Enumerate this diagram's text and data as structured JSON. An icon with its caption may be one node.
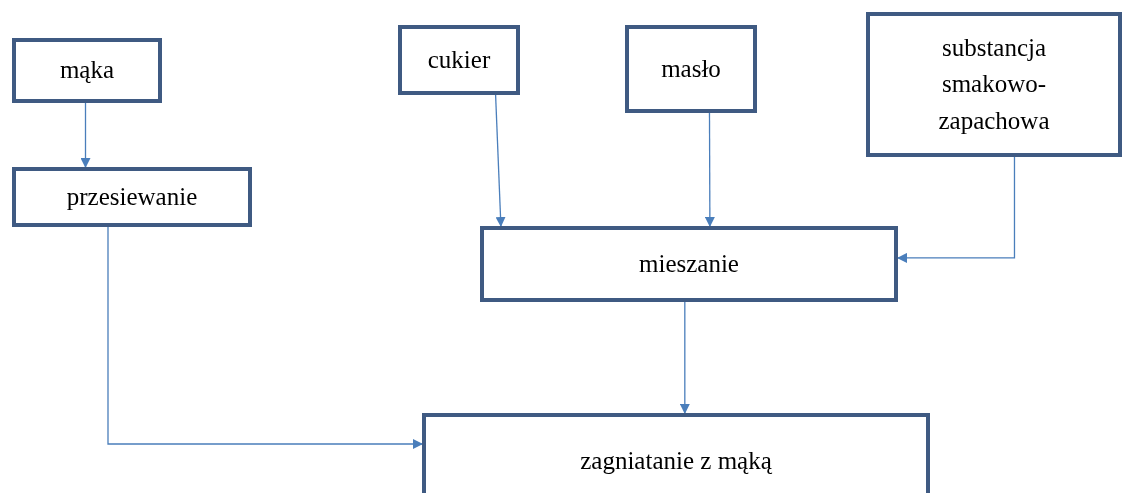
{
  "diagram": {
    "nodes": [
      {
        "text": [
          "mąka"
        ]
      },
      {
        "text": [
          "przesiewanie"
        ]
      },
      {
        "text": [
          "cukier"
        ]
      },
      {
        "text": [
          "masło"
        ]
      },
      {
        "text": [
          "substancja smakowo-zapachowa"
        ]
      },
      {
        "text": [
          "mieszanie"
        ]
      },
      {
        "text": [
          "zagniatanie z mąką"
        ]
      }
    ],
    "edges": [
      {
        "from": 0,
        "to": 1,
        "arrow": "to"
      },
      {
        "from": 2,
        "to": 5,
        "arrow": "to"
      },
      {
        "from": 3,
        "to": 5,
        "arrow": "to"
      },
      {
        "from": 4,
        "to": 5,
        "arrow": "to"
      },
      {
        "from": 5,
        "to": 6,
        "arrow": "to"
      },
      {
        "from": 1,
        "to": 6,
        "arrow": "to"
      }
    ]
  }
}
